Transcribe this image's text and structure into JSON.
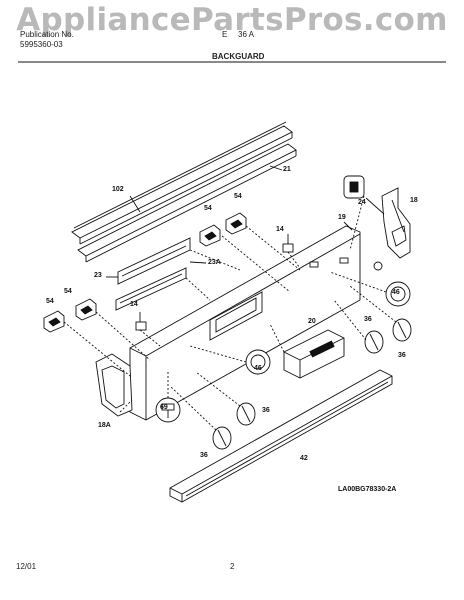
{
  "watermark": "AppliancePartsPros.com",
  "header": {
    "publication_label": "Publication No.",
    "publication_number": "5995360-03",
    "model_prefix": "E",
    "model_suffix": "36 A",
    "section_title": "BACKGUARD"
  },
  "footer": {
    "date": "12/01",
    "page": "2"
  },
  "diagram_ref": "LA00BG78330-2A",
  "part_labels": {
    "p102": "102",
    "p21": "21",
    "p54a": "54",
    "p54b": "54",
    "p54c": "54",
    "p54d": "54",
    "p24": "24",
    "p18": "18",
    "p19": "19",
    "p14a": "14",
    "p14b": "14",
    "p23": "23",
    "p23a": "23A",
    "p46a": "46",
    "p46b": "46",
    "p20": "20",
    "p36a": "36",
    "p36b": "36",
    "p36c": "36",
    "p36d": "36",
    "p18a": "18A",
    "p69": "69",
    "p42": "42"
  }
}
